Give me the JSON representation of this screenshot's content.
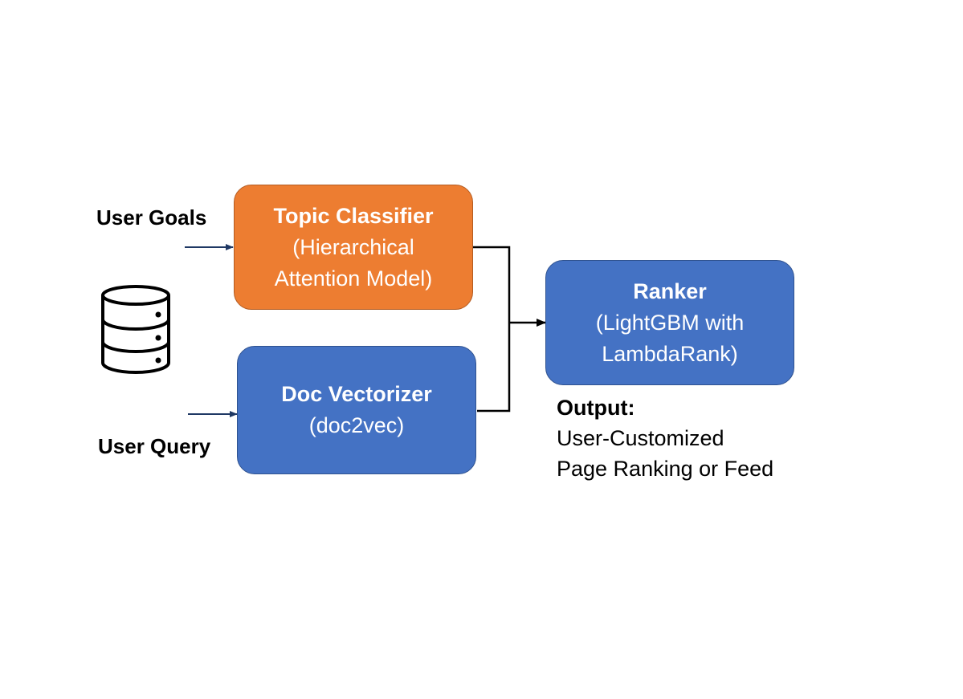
{
  "inputs": {
    "user_goals": "User Goals",
    "user_query": "User Query"
  },
  "icons": {
    "database": "database-icon"
  },
  "nodes": {
    "topic_classifier": {
      "title": "Topic Classifier",
      "detail_line1": "(Hierarchical",
      "detail_line2": "Attention Model)",
      "color": "#ed7d31"
    },
    "doc_vectorizer": {
      "title": "Doc Vectorizer",
      "detail_line1": "(doc2vec)",
      "color": "#4472c4"
    },
    "ranker": {
      "title": "Ranker",
      "detail_line1": "(LightGBM with",
      "detail_line2": "LambdaRank)",
      "color": "#4472c4"
    }
  },
  "output": {
    "heading": "Output:",
    "line1": "User-Customized",
    "line2": "Page Ranking or Feed"
  },
  "colors": {
    "input_arrow": "#1f3864",
    "connector": "#000000"
  }
}
